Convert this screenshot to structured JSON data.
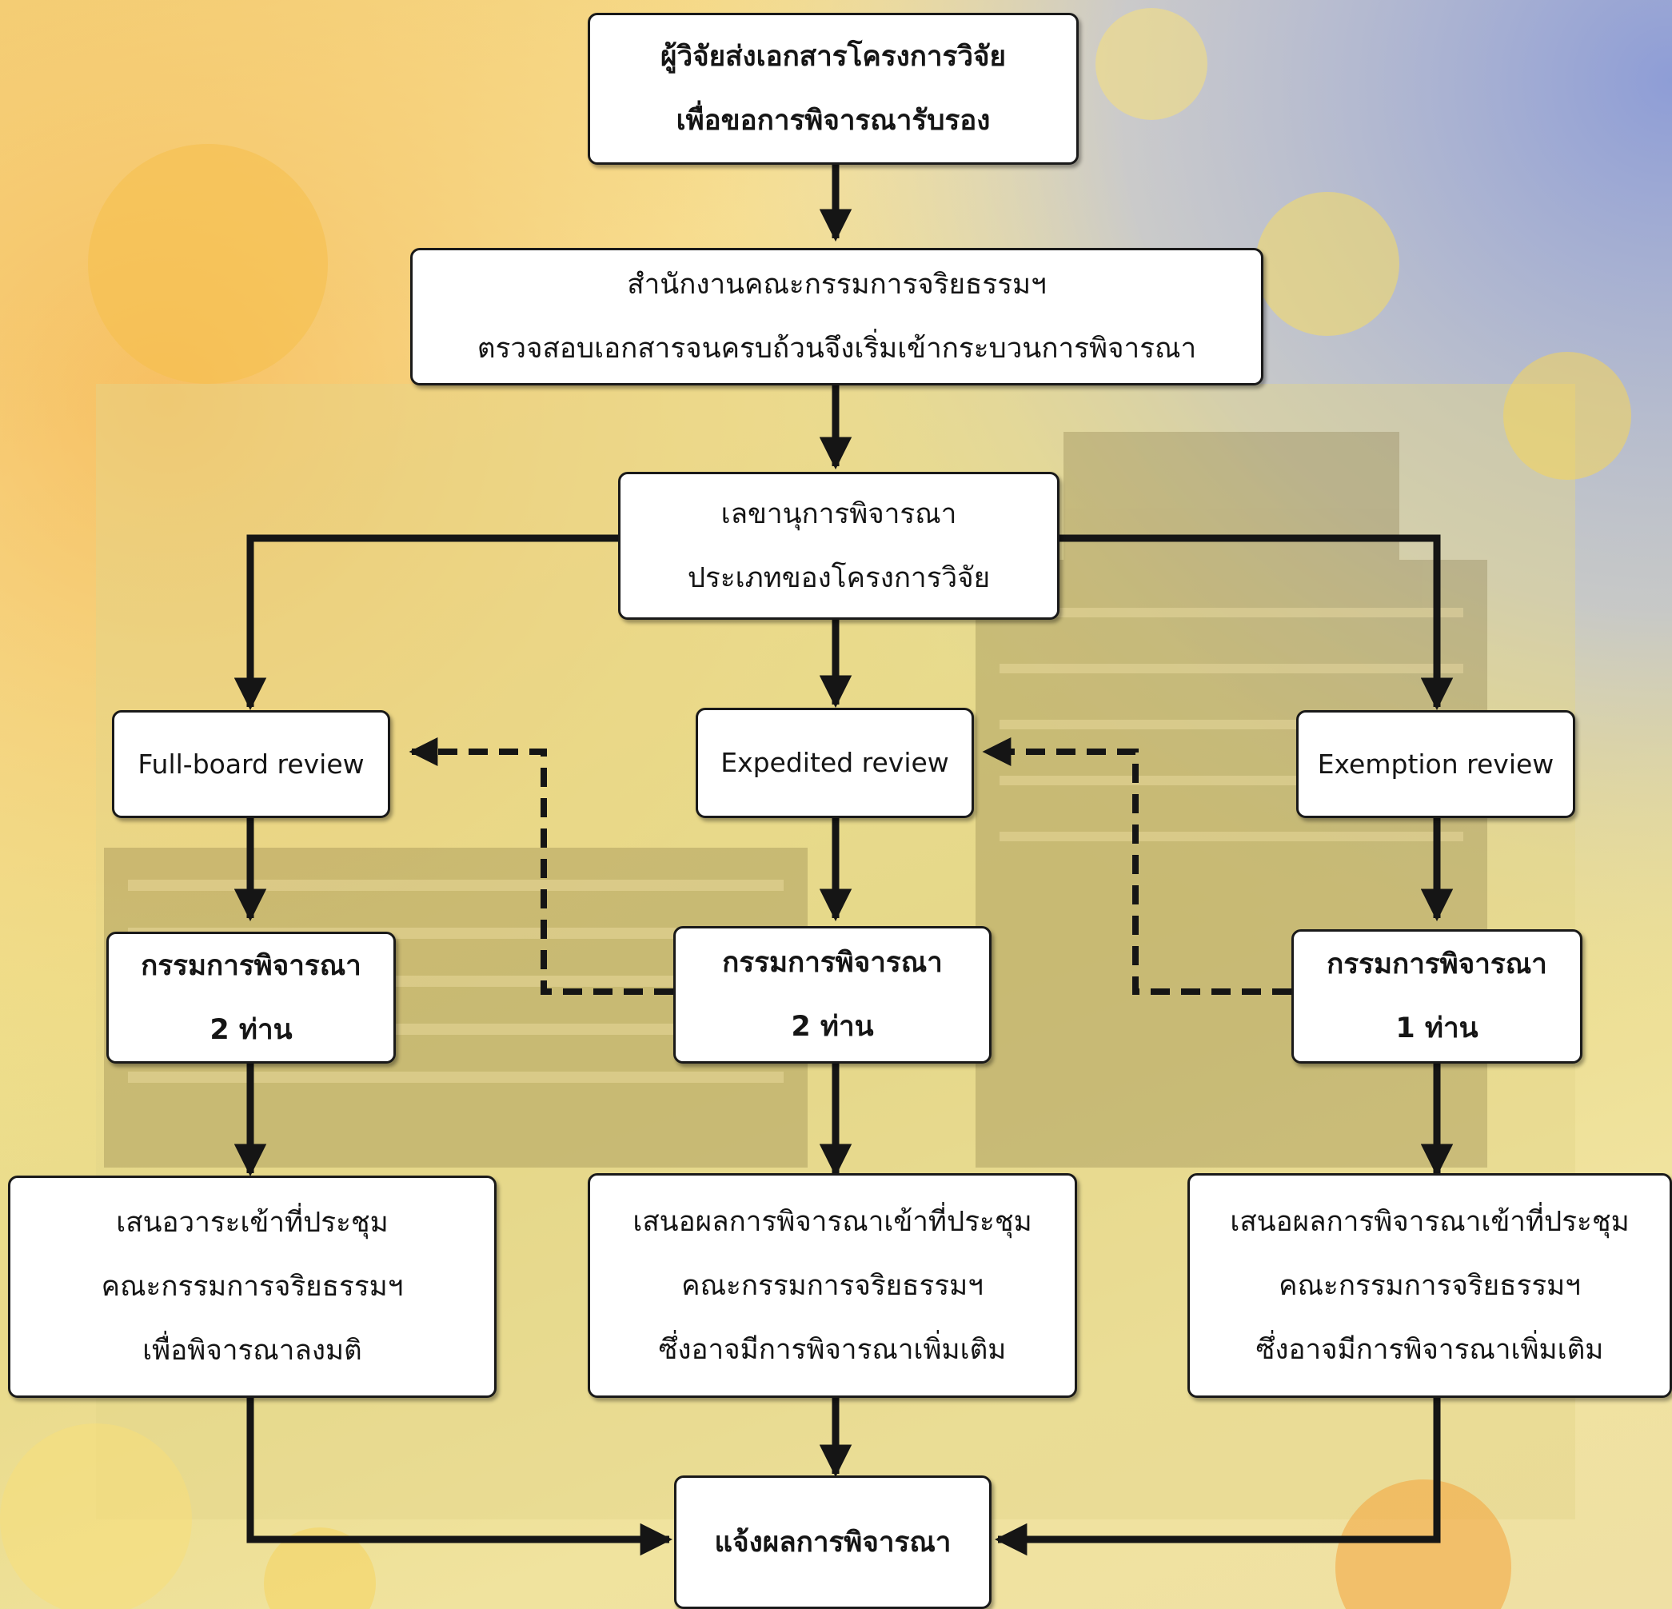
{
  "nodes": {
    "submit": {
      "lines": [
        "ผู้วิจัยส่งเอกสารโครงการวิจัย",
        "เพื่อขอการพิจารณารับรอง"
      ]
    },
    "office": {
      "lines": [
        "สำนักงานคณะกรรมการจริยธรรมฯ",
        "ตรวจสอบเอกสารจนครบถ้วนจึงเริ่มเข้ากระบวนการพิจารณา"
      ]
    },
    "secretary": {
      "lines": [
        "เลขานุการพิจารณา",
        "ประเภทของโครงการวิจัย"
      ]
    },
    "fullboard": {
      "label": "Full-board  review"
    },
    "expedited": {
      "label": "Expedited  review"
    },
    "exemption": {
      "label": "Exemption  review"
    },
    "reviewers_full": {
      "lines": [
        "กรรมการพิจารณา",
        "2  ท่าน"
      ]
    },
    "reviewers_expedited": {
      "lines": [
        "กรรมการพิจารณา",
        "2 ท่าน"
      ]
    },
    "reviewers_exemption": {
      "lines": [
        "กรรมการพิจารณา",
        "1  ท่าน"
      ]
    },
    "agenda_full": {
      "lines": [
        "เสนอวาระเข้าที่ประชุม",
        "คณะกรรมการจริยธรรมฯ",
        "เพื่อพิจารณาลงมติ"
      ]
    },
    "report_expedited": {
      "lines": [
        "เสนอผลการพิจารณาเข้าที่ประชุม",
        "คณะกรรมการจริยธรรมฯ",
        "ซึ่งอาจมีการพิจารณาเพิ่มเติม"
      ]
    },
    "report_exemption": {
      "lines": [
        "เสนอผลการพิจารณาเข้าที่ประชุม",
        "คณะกรรมการจริยธรรมฯ",
        "ซึ่งอาจมีการพิจารณาเพิ่มเติม"
      ]
    },
    "notify": {
      "lines": [
        "แจ้งผลการพิจารณา"
      ]
    }
  },
  "colors": {
    "box_fill": "#ffffff",
    "border": "#1a1a1a",
    "arrow": "#151515"
  }
}
